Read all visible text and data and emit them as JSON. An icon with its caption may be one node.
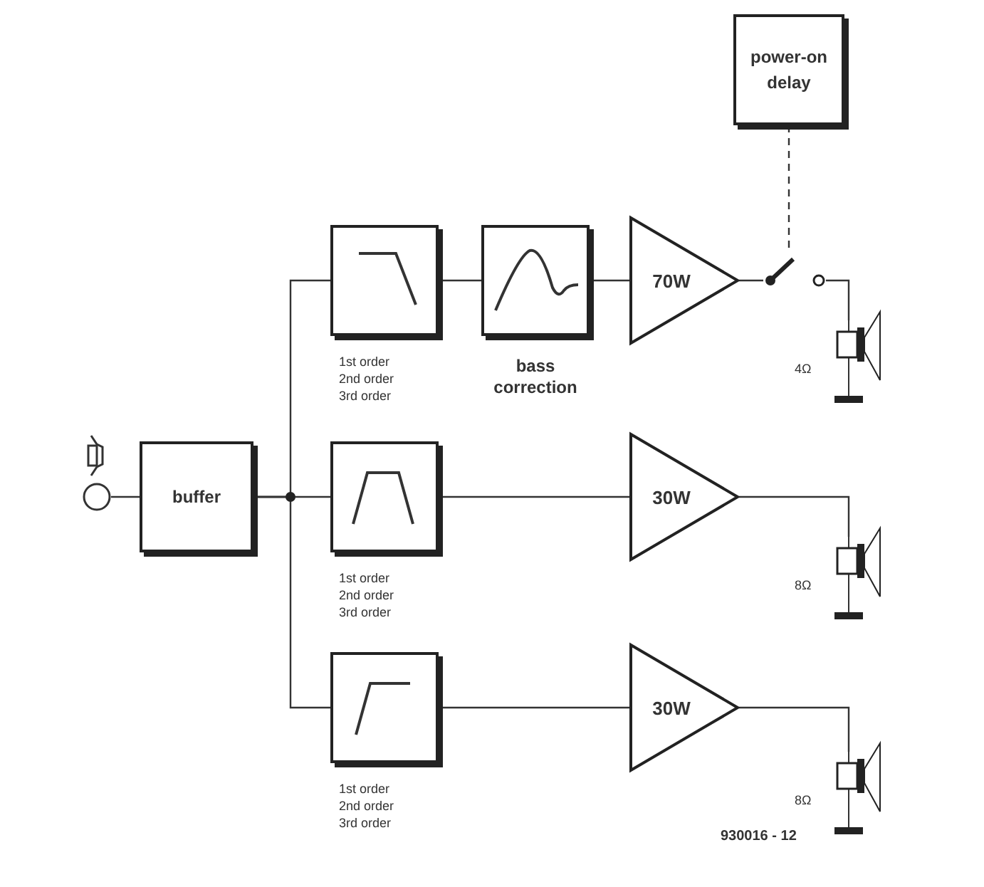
{
  "diagram": {
    "nodes": [
      {
        "text": [],
        "shape": "circle"
      },
      {
        "text": [
          "buffer"
        ]
      },
      {
        "text": [],
        "shape": "box",
        "beside": [
          "1st order",
          "2nd order",
          "3rd order"
        ]
      },
      {
        "text": [],
        "shape": "box",
        "beside": [
          "bass correction"
        ]
      },
      {
        "text": [
          "70W"
        ]
      },
      {
        "text": [],
        "shape": "switch"
      },
      {
        "text": [
          "power-on delay"
        ]
      },
      {
        "text": [],
        "shape": "speaker",
        "beside": [
          "4Ω"
        ]
      },
      {
        "text": [],
        "shape": "box",
        "beside": [
          "1st order",
          "2nd order",
          "3rd order"
        ]
      },
      {
        "text": [
          "30W"
        ]
      },
      {
        "text": [],
        "shape": "speaker",
        "beside": [
          "8Ω"
        ]
      },
      {
        "text": [],
        "shape": "box",
        "beside": [
          "1st order",
          "2nd order",
          "3rd order"
        ]
      },
      {
        "text": [
          "30W"
        ]
      },
      {
        "text": [],
        "shape": "speaker",
        "beside": [
          "8Ω"
        ]
      }
    ],
    "edges": [
      {
        "from": 0,
        "to": 1,
        "arrow": "none"
      },
      {
        "from": 1,
        "to": 2,
        "arrow": "none"
      },
      {
        "from": 1,
        "to": 8,
        "arrow": "none"
      },
      {
        "from": 1,
        "to": 11,
        "arrow": "none"
      },
      {
        "from": 2,
        "to": 3,
        "arrow": "none"
      },
      {
        "from": 3,
        "to": 4,
        "arrow": "none"
      },
      {
        "from": 4,
        "to": 5,
        "arrow": "none"
      },
      {
        "from": 6,
        "to": 5,
        "arrow": "none",
        "style": "dashed"
      },
      {
        "from": 5,
        "to": 7,
        "arrow": "none"
      },
      {
        "from": 8,
        "to": 9,
        "arrow": "none"
      },
      {
        "from": 9,
        "to": 10,
        "arrow": "none"
      },
      {
        "from": 11,
        "to": 12,
        "arrow": "none"
      },
      {
        "from": 12,
        "to": 13,
        "arrow": "none"
      }
    ],
    "labels": [
      "930016 - 12"
    ]
  }
}
